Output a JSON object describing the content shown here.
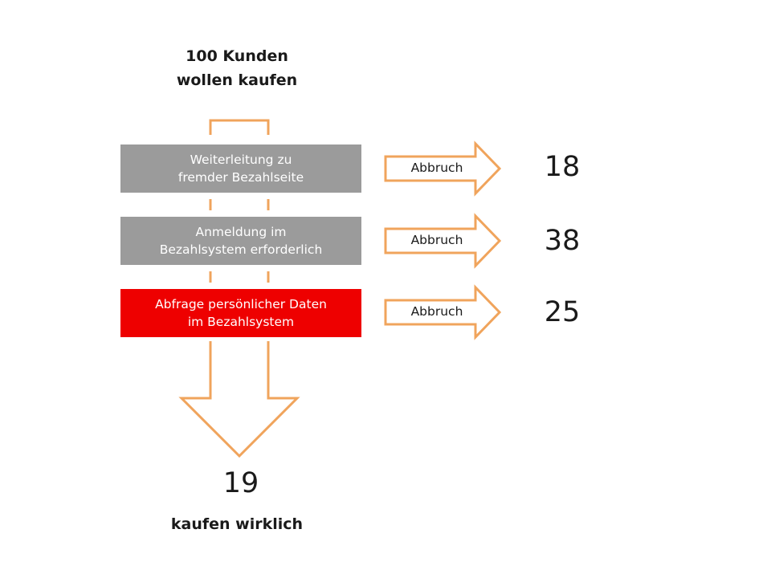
{
  "header": {
    "line1": "100 Kunden",
    "line2": "wollen kaufen"
  },
  "steps": [
    {
      "line1": "Weiterleitung zu",
      "line2": "fremder Bezahlseite",
      "abort_label": "Abbruch",
      "dropped": "18",
      "color": "#9b9b9b"
    },
    {
      "line1": "Anmeldung im",
      "line2": "Bezahlsystem erforderlich",
      "abort_label": "Abbruch",
      "dropped": "38",
      "color": "#9b9b9b"
    },
    {
      "line1": "Abfrage persönlicher Daten",
      "line2": "im Bezahlsystem",
      "abort_label": "Abbruch",
      "dropped": "25",
      "color": "#ee0000"
    }
  ],
  "result": {
    "count": "19",
    "label": "kaufen wirklich"
  },
  "colors": {
    "arrow_outline": "#f0a45c",
    "step_gray": "#9b9b9b",
    "step_red": "#ee0000"
  }
}
